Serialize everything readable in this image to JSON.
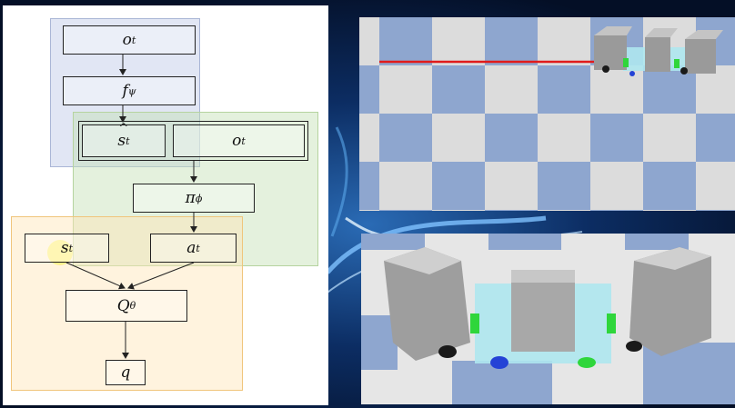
{
  "diagram": {
    "nodes": {
      "o_t_top": {
        "sym": "o",
        "sub": "t"
      },
      "f_psi": {
        "sym": "f",
        "sub": "ψ"
      },
      "s_hat": {
        "sym": "s",
        "sub": "t"
      },
      "o_t_mid": {
        "sym": "o",
        "sub": "t"
      },
      "pi_phi": {
        "sym": "π",
        "sub": "ϕ"
      },
      "s_t": {
        "sym": "s",
        "sub": "t"
      },
      "a_t": {
        "sym": "a",
        "sub": "t"
      },
      "q_theta": {
        "sym": "Q",
        "sub": "θ"
      },
      "q": {
        "sym": "q",
        "sub": ""
      }
    },
    "colors": {
      "perception_region": "#c8d2eb",
      "policy_region": "#c4e0b4",
      "critic_region": "#ffe4b5",
      "highlight": "#fff078"
    }
  },
  "simulation": {
    "top_view": {
      "floor_colors": [
        "#dcdcdc",
        "#8ea6cf"
      ],
      "trajectory_color": "#e01b1b"
    },
    "close_view": {
      "payload_color": "#aee7ee",
      "wheel_colors": [
        "#1a1a1a",
        "#2443d6",
        "#2fd63b"
      ]
    }
  }
}
